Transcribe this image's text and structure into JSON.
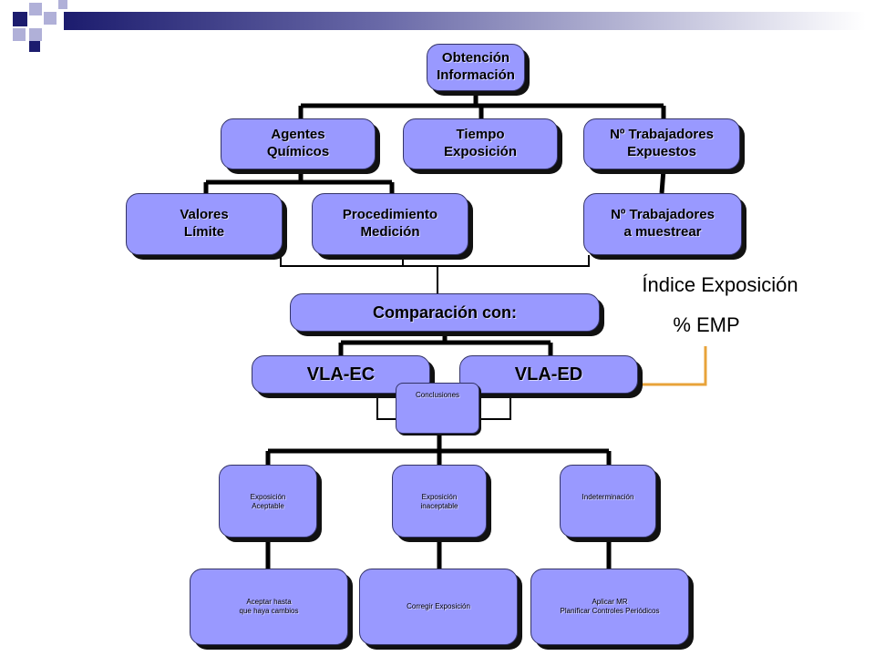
{
  "nodes": {
    "obtencion": "Obtención\nInformación",
    "agentes": "Agentes\nQuímicos",
    "tiempo": "Tiempo\nExposición",
    "trabajadores": "Nº Trabajadores\nExpuestos",
    "valores": "Valores\nLímite",
    "procedimiento": "Procedimiento\nMedición",
    "muestrear": "Nº Trabajadores\na muestrear",
    "comparacion": "Comparación con:",
    "vla_ec": "VLA-EC",
    "vla_ed": "VLA-ED",
    "conclusiones": "Conclusiones",
    "aceptable": "Exposición\nAceptable",
    "inaceptable": "Exposición\ninaceptable",
    "indeterminacion": "Indeterminación",
    "aceptar": "Aceptar hasta\nque haya cambios",
    "corregir": "Corregir Exposición",
    "aplicar": "Aplicar MR\nPlanificar Controles Periódicos"
  },
  "side": {
    "indice": "Índice Exposición",
    "emp": "% EMP"
  },
  "colors": {
    "node_fill": "#9999ff",
    "connector": "#000000",
    "highlight_line": "#e8a33a",
    "decor_dark": "#1c1c6e",
    "decor_light": "#b0b0d8"
  }
}
